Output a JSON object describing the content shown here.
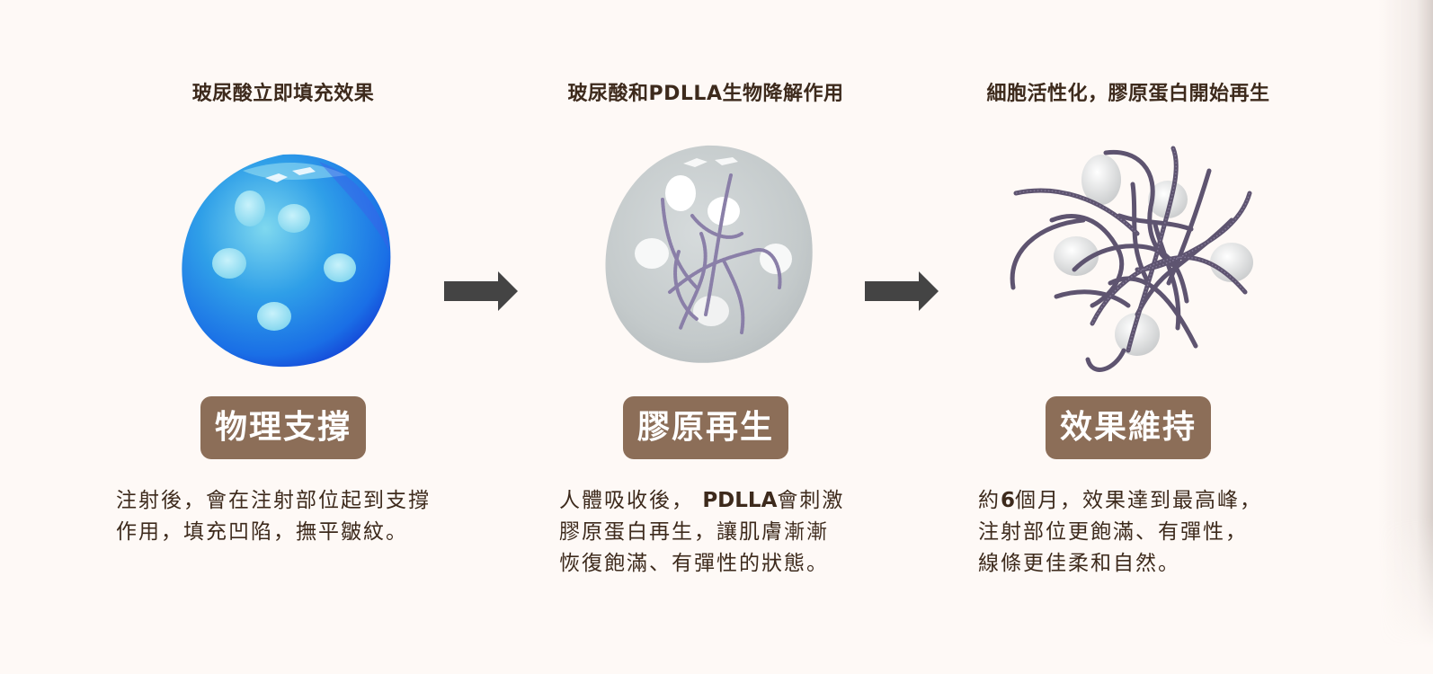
{
  "stages": [
    {
      "title": "玻尿酸立即填充效果",
      "badge": "物理支撐",
      "desc_lines": [
        "注射後，會在注射部位起到支撐",
        "作用，填充凹陷，撫平皺紋。"
      ],
      "illustration": "blue-hyaluronic-gel-sphere"
    },
    {
      "title": "玻尿酸和PDLLA生物降解作用",
      "badge": "膠原再生",
      "desc_line1_pre": "人體吸收後，",
      "desc_line1_bold": "PDLLA",
      "desc_line1_post": "會刺激",
      "desc_lines": [
        "膠原蛋白再生，讓肌膚漸漸",
        "恢復飽滿、有彈性的狀態。"
      ],
      "illustration": "gray-sphere-with-collagen-fibers"
    },
    {
      "title": "細胞活性化，膠原蛋白開始再生",
      "badge": "效果維持",
      "desc_line1_pre": "約",
      "desc_line1_bold": "6",
      "desc_line1_post": "個月，效果達到最高峰，",
      "desc_lines": [
        "注射部位更飽滿、有彈性，",
        "線條更佳柔和自然。"
      ],
      "illustration": "collagen-fiber-network"
    }
  ],
  "arrows": [
    {
      "icon": "arrow-right-icon",
      "color": "#444444"
    },
    {
      "icon": "arrow-right-icon",
      "color": "#444444"
    }
  ],
  "colors": {
    "background": "#fef9f6",
    "text": "#3d2a1c",
    "badge_bg": "#8c6e58",
    "badge_text": "#ffffff"
  }
}
